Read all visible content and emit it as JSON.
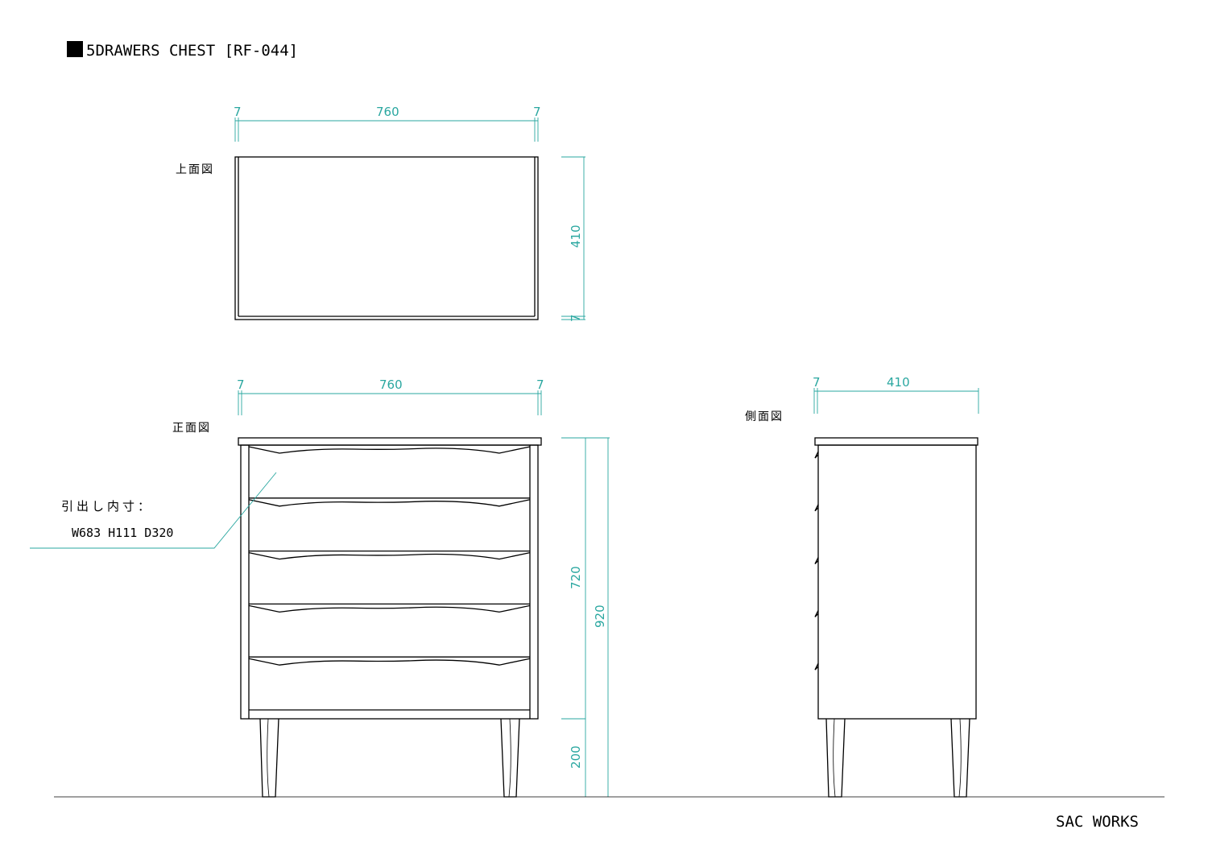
{
  "title": "5DRAWERS CHEST [RF-044]",
  "title_icon": "black-square-icon",
  "colors": {
    "line": "#000000",
    "dimension": "#2aa7a0",
    "background": "#ffffff"
  },
  "views": {
    "top": {
      "label": "上面図"
    },
    "front": {
      "label": "正面図"
    },
    "side": {
      "label": "側面図"
    }
  },
  "dimensions": {
    "top_width": {
      "left": "7",
      "center": "760",
      "right": "7"
    },
    "top_depth": {
      "main": "410",
      "edge": "7"
    },
    "front_width": {
      "left": "7",
      "center": "760",
      "right": "7"
    },
    "side_width": {
      "left": "7",
      "center": "410"
    },
    "body_height": "720",
    "leg_height": "200",
    "total_height": "920"
  },
  "drawer_note": {
    "line1": "引出し内寸：",
    "line2": "W683 H111 D320"
  },
  "drawer_count": 5,
  "footer": "SAC WORKS"
}
